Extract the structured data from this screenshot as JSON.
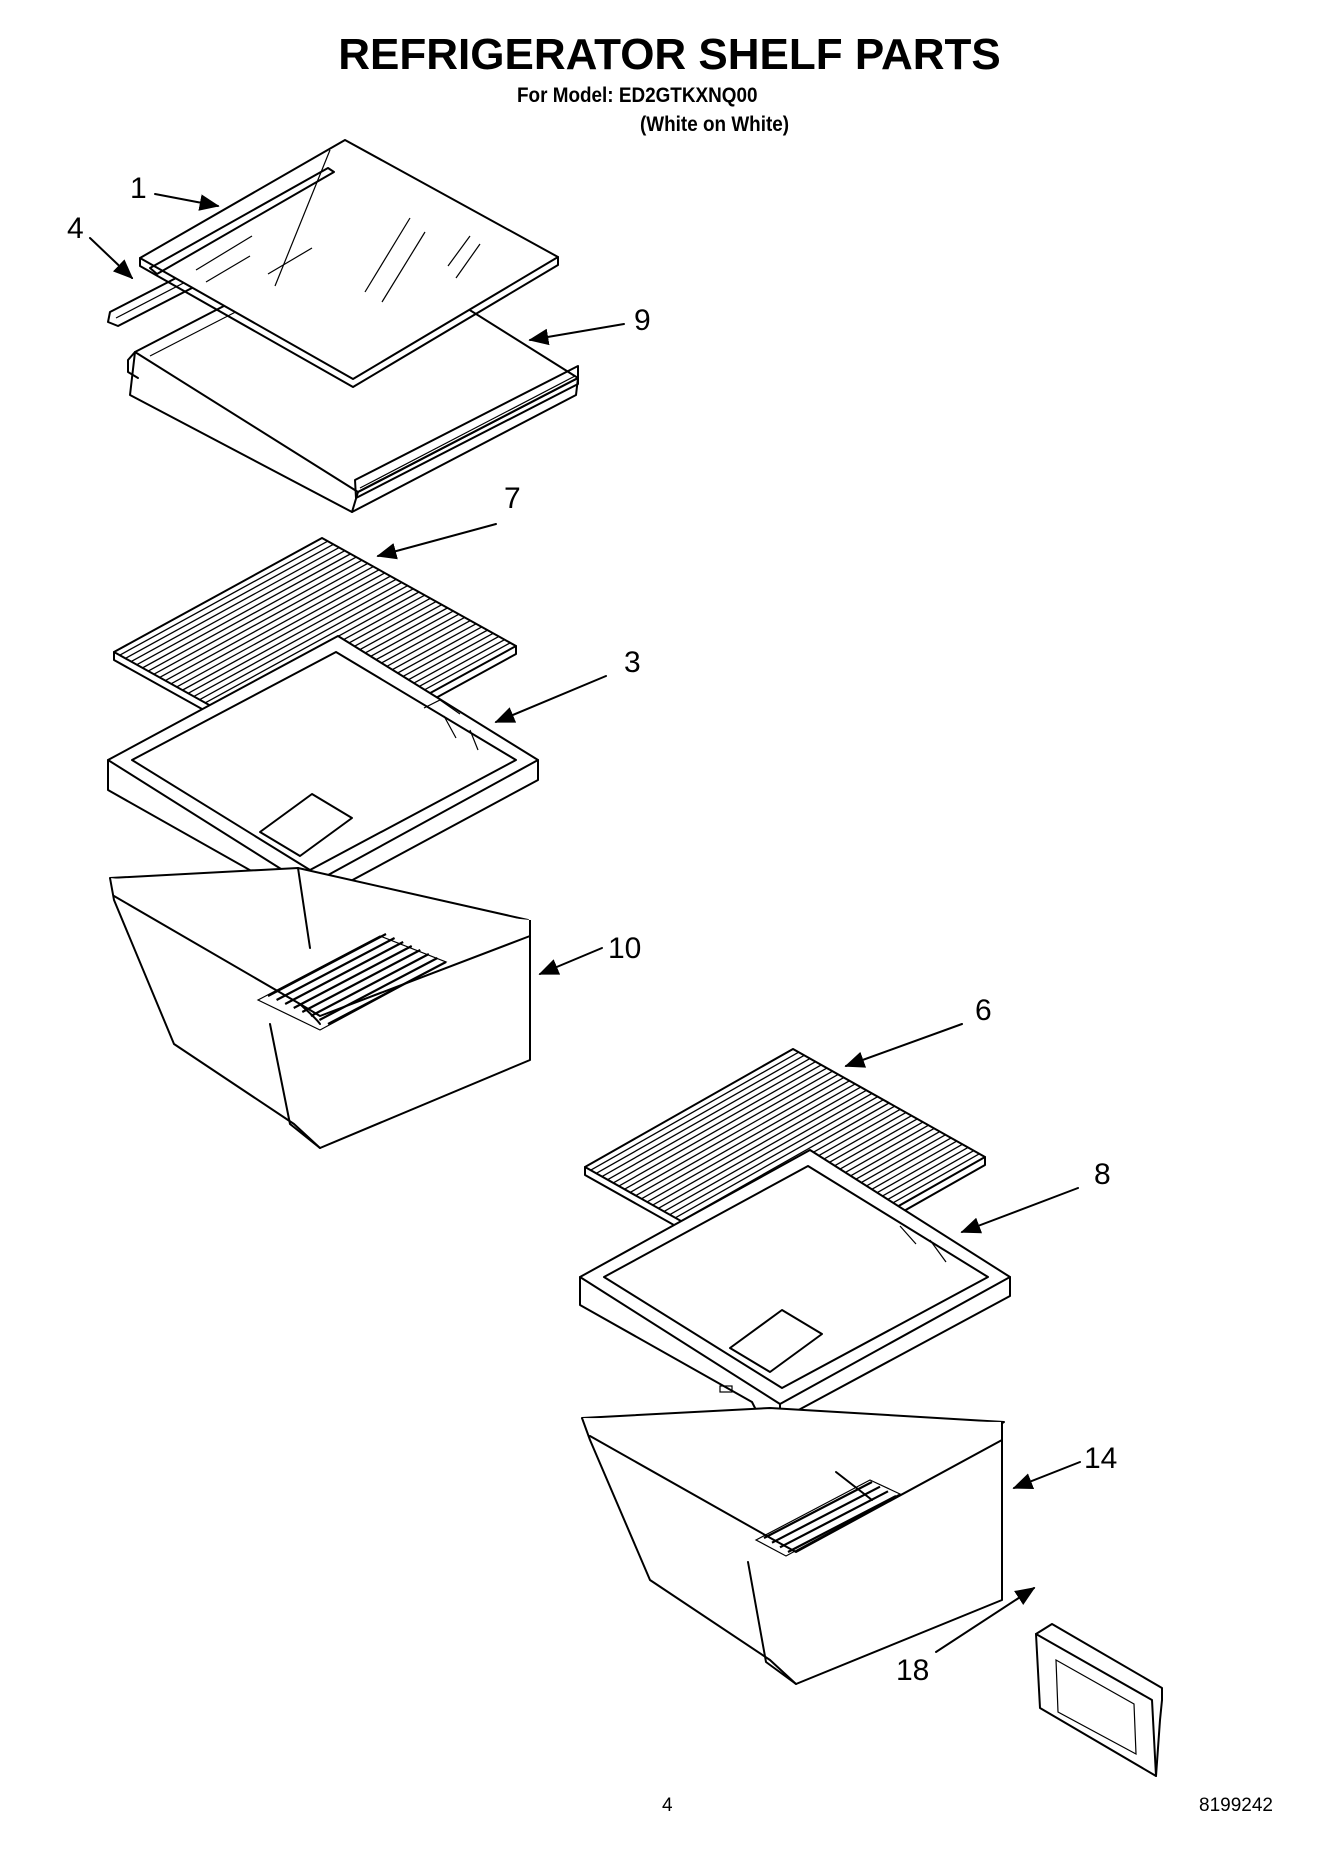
{
  "header": {
    "title": "REFRIGERATOR SHELF PARTS",
    "model_line": "For Model: ED2GTKXNQ00",
    "color_line": "(White on White)"
  },
  "callouts": {
    "c1": "1",
    "c4": "4",
    "c9": "9",
    "c7": "7",
    "c3": "3",
    "c10": "10",
    "c6": "6",
    "c8": "8",
    "c14": "14",
    "c18": "18"
  },
  "footer": {
    "page_number": "4",
    "doc_number": "8199242"
  }
}
